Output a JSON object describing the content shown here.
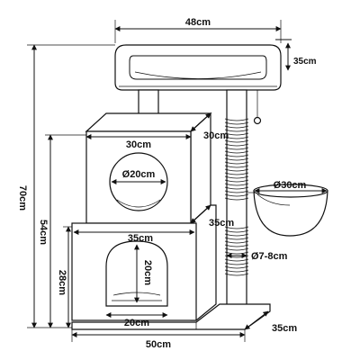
{
  "labels": {
    "top_width": "48cm",
    "top_height": "35cm",
    "total_height": "70cm",
    "cube_upper_width": "30cm",
    "cube_upper_depth": "30cm",
    "hole_upper_diameter": "Ø20cm",
    "bowl_diameter": "Ø30cm",
    "height_54": "54cm",
    "cube_lower_depth": "35cm",
    "cube_lower_width": "35cm",
    "post_diameter": "Ø7-8cm",
    "lower_height": "28cm",
    "door_height": "20cm",
    "door_width": "20cm",
    "base_depth": "35cm",
    "base_width": "50cm"
  }
}
